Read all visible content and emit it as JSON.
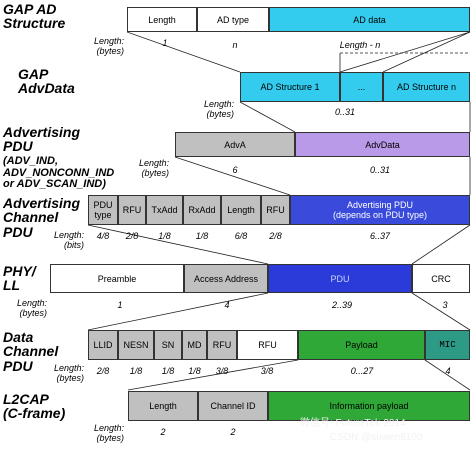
{
  "sections": {
    "gap_ad_structure": {
      "title": "GAP AD\nStructure",
      "fields": [
        "Length",
        "AD type",
        "AD data"
      ],
      "length_label": "Length:\n(bytes)",
      "values": [
        "1",
        "n",
        "Length - n"
      ]
    },
    "gap_advdata": {
      "title": "GAP\nAdvData",
      "fields": [
        "AD Structure 1",
        "...",
        "AD Structure n"
      ],
      "length_label": "Length:\n(bytes)",
      "values": [
        "0..31"
      ]
    },
    "advertising_pdu": {
      "title": "Advertising\nPDU",
      "subtitle": "(ADV_IND,\nADV_NONCONN_IND\nor ADV_SCAN_IND)",
      "fields": [
        "AdvA",
        "AdvData"
      ],
      "length_label": "Length:\n(bytes)",
      "values": [
        "6",
        "0..31"
      ]
    },
    "advertising_channel_pdu": {
      "title": "Advertising\nChannel\nPDU",
      "fields": [
        "PDU\ntype",
        "RFU",
        "TxAdd",
        "RxAdd",
        "Length",
        "RFU",
        "Advertising PDU\n(depends on PDU type)"
      ],
      "length_label": "Length:\n(bits)",
      "values": [
        "4/8",
        "2/8",
        "1/8",
        "1/8",
        "6/8",
        "2/8",
        "6..37"
      ]
    },
    "phy_ll": {
      "title": "PHY/\nLL",
      "fields": [
        "Preamble",
        "Access Address",
        "PDU",
        "CRC"
      ],
      "length_label": "Length:\n(bytes)",
      "values": [
        "1",
        "4",
        "2..39",
        "3"
      ]
    },
    "data_channel_pdu": {
      "title": "Data\nChannel\nPDU",
      "fields": [
        "LLID",
        "NESN",
        "SN",
        "MD",
        "RFU",
        "RFU",
        "Payload",
        "MIC"
      ],
      "length_label": "Length:\n(bytes)",
      "values": [
        "2/8",
        "1/8",
        "1/8",
        "1/8",
        "3/8",
        "3/8",
        "0...27",
        "4"
      ]
    },
    "l2cap": {
      "title": "L2CAP\n(C-frame)",
      "fields": [
        "Length",
        "Channel ID",
        "Information payload"
      ],
      "length_label": "Length:\n(bytes)",
      "values": [
        "2",
        "2"
      ]
    }
  },
  "watermark": [
    "微信号: FutureTek-2014",
    "CSDN @suwen8100"
  ]
}
